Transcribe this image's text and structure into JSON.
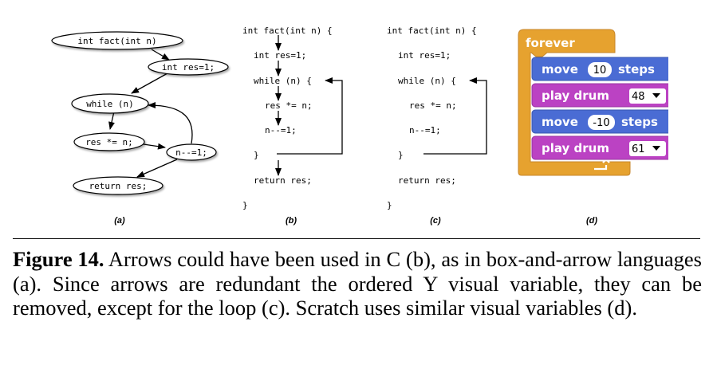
{
  "panel_a": {
    "nodes": [
      "int fact(int n)",
      "int res=1;",
      "while (n)",
      "res *= n;",
      "n--=1;",
      "return res;"
    ]
  },
  "panel_b": {
    "lines": [
      "int fact(int n) {",
      "int res=1;",
      "while (n) {",
      "res *= n;",
      "n--=1;",
      "}",
      "return res;",
      "}"
    ]
  },
  "panel_c": {
    "lines": [
      "int fact(int n) {",
      "int res=1;",
      "while (n) {",
      "res *= n;",
      "n--=1;",
      "}",
      "return res;",
      "}"
    ]
  },
  "panel_d": {
    "forever": "forever",
    "move": "move",
    "steps": "steps",
    "play_drum": "play drum",
    "values": [
      "10",
      "48",
      "-10",
      "61"
    ],
    "colors": {
      "control": "#e6a22f",
      "motion": "#4a6cd4",
      "sound": "#bb42c3"
    }
  },
  "labels": [
    "(a)",
    "(b)",
    "(c)",
    "(d)"
  ],
  "caption": {
    "label": "Figure 14.",
    "text": " Arrows could have been used in C (b), as in box-and-arrow languages (a). Since arrows are redundant the ordered Y visual variable, they can be removed, except for the loop (c). Scratch uses similar visual variables (d)."
  }
}
